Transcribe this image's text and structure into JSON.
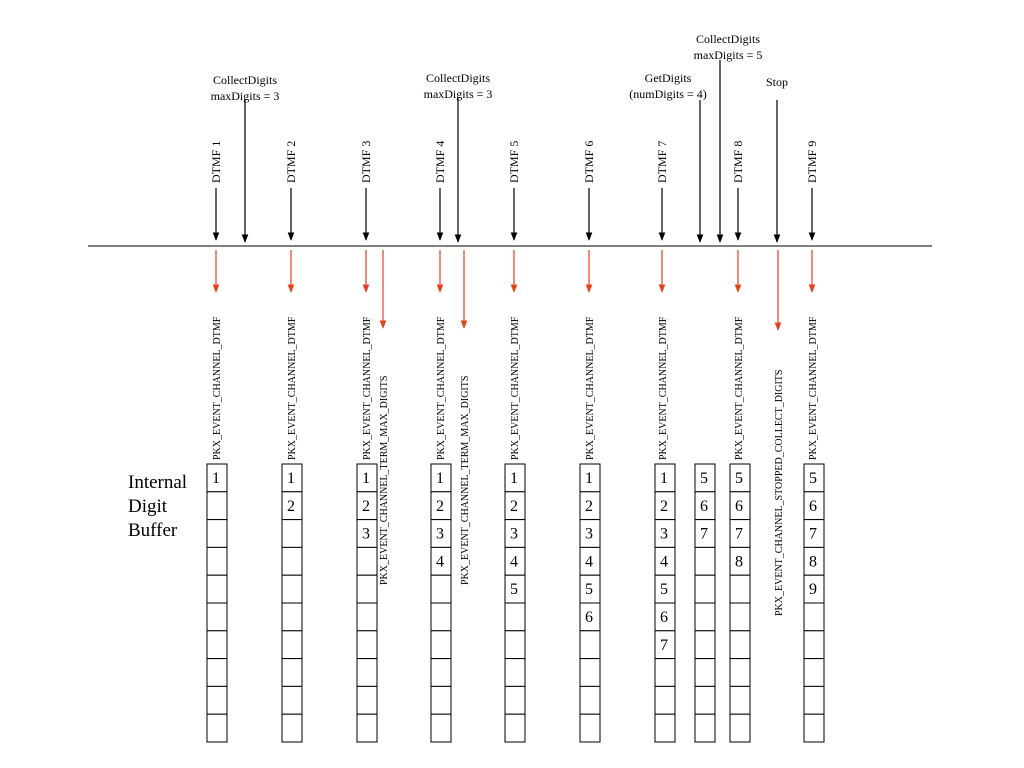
{
  "side_label": [
    "Internal",
    "Digit",
    "Buffer"
  ],
  "colors": {
    "line": "#000000",
    "event_arrow": "#e8401c",
    "background": "#ffffff"
  },
  "dtmf_labels": [
    "DTMF 1",
    "DTMF 2",
    "DTMF 3",
    "DTMF 4",
    "DTMF 5",
    "DTMF 6",
    "DTMF 7",
    "DTMF 8",
    "DTMF 9"
  ],
  "commands": [
    {
      "lines": [
        "CollectDigits",
        "maxDigits = 3"
      ]
    },
    {
      "lines": [
        "CollectDigits",
        "maxDigits = 3"
      ]
    },
    {
      "lines": [
        "GetDigits",
        "(numDigits = 4)"
      ]
    },
    {
      "lines": [
        "CollectDigits",
        "maxDigits = 5"
      ]
    },
    {
      "lines": [
        "Stop"
      ]
    }
  ],
  "events": [
    "PKX_EVENT_CHANNEL_DTMF",
    "PKX_EVENT_CHANNEL_DTMF",
    "PKX_EVENT_CHANNEL_DTMF",
    "PKX_EVENT_CHANNEL_TERM_MAX_DIGITS",
    "PKX_EVENT_CHANNEL_DTMF",
    "PKX_EVENT_CHANNEL_TERM_MAX_DIGITS",
    "PKX_EVENT_CHANNEL_DTMF",
    "PKX_EVENT_CHANNEL_DTMF",
    "PKX_EVENT_CHANNEL_DTMF",
    "PKX_EVENT_CHANNEL_DTMF",
    "PKX_EVENT_CHANNEL_STOPPED_COLLECT_DIGITS",
    "PKX_EVENT_CHANNEL_DTMF"
  ],
  "buffers": [
    [
      "1"
    ],
    [
      "1",
      "2"
    ],
    [
      "1",
      "2",
      "3"
    ],
    [
      "1",
      "2",
      "3",
      "4"
    ],
    [
      "1",
      "2",
      "3",
      "4",
      "5"
    ],
    [
      "1",
      "2",
      "3",
      "4",
      "5",
      "6"
    ],
    [
      "1",
      "2",
      "3",
      "4",
      "5",
      "6",
      "7"
    ],
    [
      "5",
      "6",
      "7"
    ],
    [
      "5",
      "6",
      "7",
      "8"
    ],
    [
      "5",
      "6",
      "7",
      "8",
      "9"
    ]
  ]
}
